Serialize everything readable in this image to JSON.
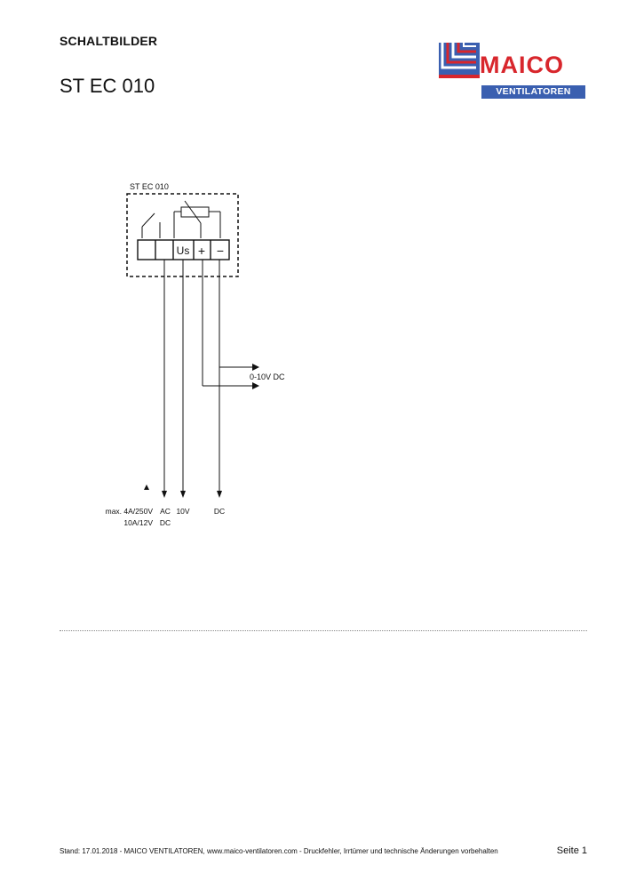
{
  "header": {
    "section_title": "SCHALTBILDER",
    "doc_title": "ST EC 010"
  },
  "logo": {
    "brand": "MAICO",
    "subtitle": "VENTILATOREN",
    "colors": {
      "red": "#d8262c",
      "blue": "#3a5fb0"
    }
  },
  "diagram": {
    "device_label": "ST EC 010",
    "terminals": [
      "",
      "",
      "Us",
      "+",
      "−"
    ],
    "signal_label": "0-10V DC",
    "bottom_labels": {
      "relay_line1": "max. 4A/250V",
      "relay_line2": "10A/12V",
      "relay_type_line1": "AC",
      "relay_type_line2": "DC",
      "supply": "10V",
      "dc": "DC"
    }
  },
  "footer": {
    "text": "Stand: 17.01.2018 - MAICO VENTILATOREN, www.maico-ventilatoren.com - Druckfehler, Irrtümer und technische Änderungen vorbehalten",
    "page": "Seite 1"
  }
}
